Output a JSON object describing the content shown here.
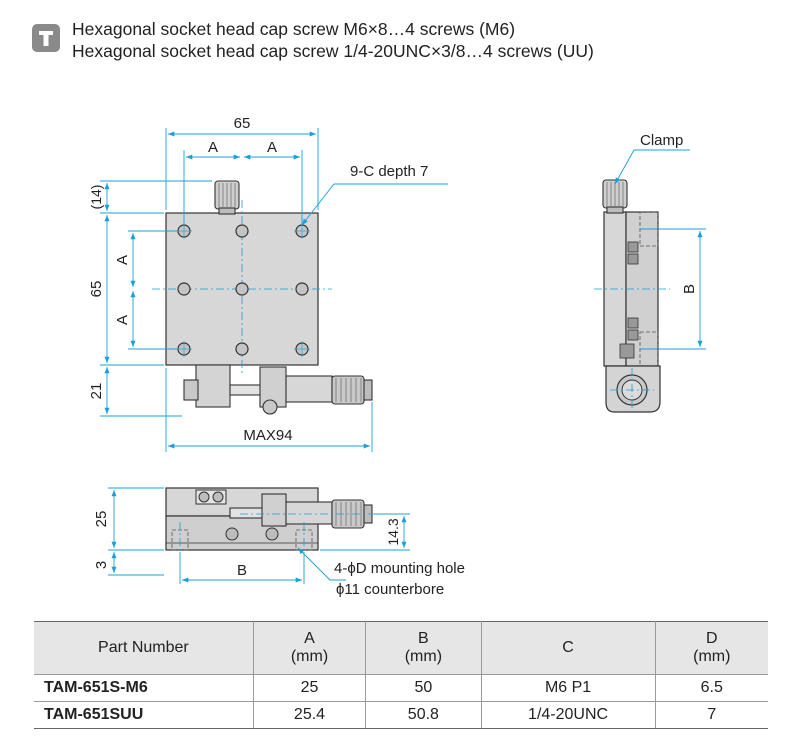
{
  "note": {
    "icon": "screw-cap-icon",
    "line1": "Hexagonal socket head cap screw M6×8…4 screws (M6)",
    "line2": "Hexagonal socket head cap screw 1/4-20UNC×3/8…4 screws (UU)"
  },
  "drawing": {
    "dim_color": "#1aa0d8",
    "top_view": {
      "dim_65_width": "65",
      "dim_a_left": "A",
      "dim_a_right": "A",
      "hole_callout": "9-C depth 7",
      "dim_14": "(14)",
      "dim_65_height": "65",
      "dim_a_upper": "A",
      "dim_a_lower": "A",
      "dim_21": "21",
      "dim_max94": "MAX94"
    },
    "side_view": {
      "clamp_label": "Clamp",
      "dim_b": "B"
    },
    "front_view": {
      "dim_25": "25",
      "dim_3": "3",
      "dim_14_3": "14.3",
      "dim_b": "B",
      "mount_callout_1": "4-ϕD mounting hole",
      "mount_callout_2": "ϕ11 counterbore"
    }
  },
  "table": {
    "headers": [
      {
        "line1": "Part Number",
        "line2": ""
      },
      {
        "line1": "A",
        "line2": "(mm)"
      },
      {
        "line1": "B",
        "line2": "(mm)"
      },
      {
        "line1": "C",
        "line2": ""
      },
      {
        "line1": "D",
        "line2": "(mm)"
      }
    ],
    "rows": [
      [
        "TAM-651S-M6",
        "25",
        "50",
        "M6 P1",
        "6.5"
      ],
      [
        "TAM-651SUU",
        "25.4",
        "50.8",
        "1/4-20UNC",
        "7"
      ]
    ]
  }
}
